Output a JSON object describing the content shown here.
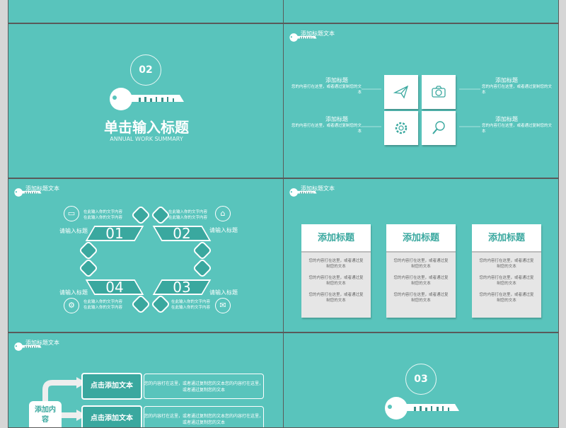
{
  "colors": {
    "slide_bg": "#59c4bc",
    "accent": "#3aa89f",
    "frame": "#d6d6d6"
  },
  "section_02": {
    "number": "02",
    "title": "单击输入标题",
    "subtitle": "ANNUAL WORK SUMMARY"
  },
  "section_03": {
    "number": "03"
  },
  "header_text": "添加标题文本",
  "icon_grid": {
    "items": [
      {
        "title": "添加标题",
        "text": "您的内容打在这里，或者通过复制您的文本",
        "icon": "paper-plane-icon"
      },
      {
        "title": "添加标题",
        "text": "您的内容打在这里，或者通过复制您的文本",
        "icon": "camera-icon"
      },
      {
        "title": "添加标题",
        "text": "您的内容打在这里，或者通过复制您的文本",
        "icon": "gear-icon"
      },
      {
        "title": "添加标题",
        "text": "您的内容打在这里，或者通过复制您的文本",
        "icon": "magnifier-icon"
      }
    ]
  },
  "ribbon": {
    "items": [
      {
        "num": "01",
        "title": "请输入标题",
        "line1": "在此输入你的文字内容",
        "line2": "在此输入你的文字内容",
        "icon": "monitor-icon"
      },
      {
        "num": "02",
        "title": "请输入标题",
        "line1": "在此输入你的文字内容",
        "line2": "在此输入你的文字内容",
        "icon": "home-icon"
      },
      {
        "num": "03",
        "title": "请输入标题",
        "line1": "在此输入你的文字内容",
        "line2": "在此输入你的文字内容",
        "icon": "mail-icon"
      },
      {
        "num": "04",
        "title": "请输入标题",
        "line1": "在此输入你的文字内容",
        "line2": "在此输入你的文字内容",
        "icon": "gears-icon"
      }
    ]
  },
  "cards": [
    {
      "title": "添加标题",
      "lines": [
        "您的内容打在这里，或者通过复制您的文本",
        "您的内容打在这里，或者通过复制您的文本",
        "您的内容打在这里，或者通过复制您的文本"
      ]
    },
    {
      "title": "添加标题",
      "lines": [
        "您的内容打在这里，或者通过复制您的文本",
        "您的内容打在这里，或者通过复制您的文本",
        "您的内容打在这里，或者通过复制您的文本"
      ]
    },
    {
      "title": "添加标题",
      "lines": [
        "您的内容打在这里，或者通过复制您的文本",
        "您的内容打在这里，或者通过复制您的文本",
        "您的内容打在这里，或者通过复制您的文本"
      ]
    }
  ],
  "flow": {
    "source": "添加内容",
    "rows": [
      {
        "button": "点击添加文本",
        "text": "您的内容打在这里，或者通过复制您的文本您的内容打在这里，或者通过复制您的文本"
      },
      {
        "button": "点击添加文本",
        "text": "您的内容打在这里，或者通过复制您的文本您的内容打在这里，或者通过复制您的文本"
      }
    ]
  }
}
